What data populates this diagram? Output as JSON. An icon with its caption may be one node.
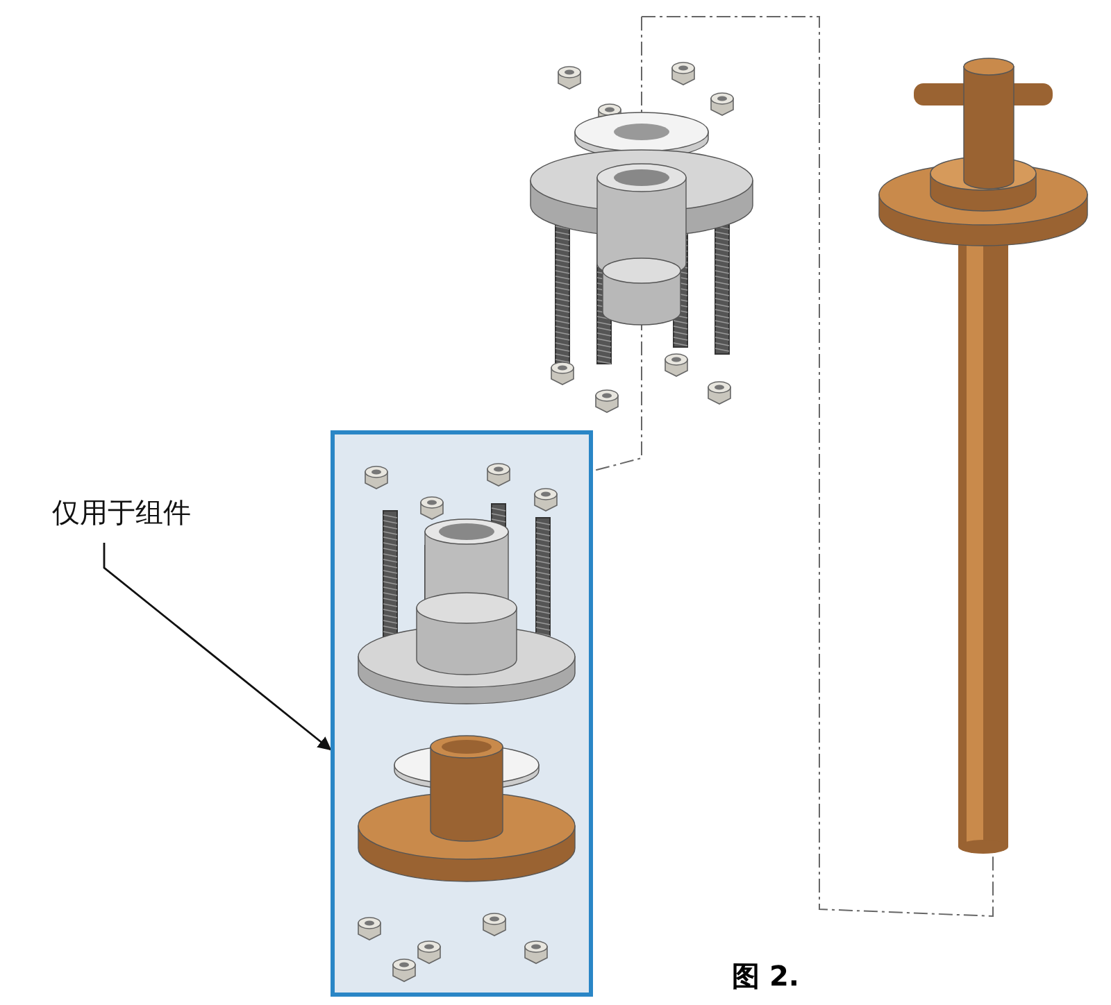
{
  "diagram": {
    "caption": "图 2.",
    "nodes": [
      {
        "text": [
          "仅用于组件"
        ]
      },
      {
        "text": [],
        "shape": "box"
      }
    ],
    "edges": [
      {
        "from": 0,
        "to": 1,
        "arrow": "to"
      }
    ]
  }
}
